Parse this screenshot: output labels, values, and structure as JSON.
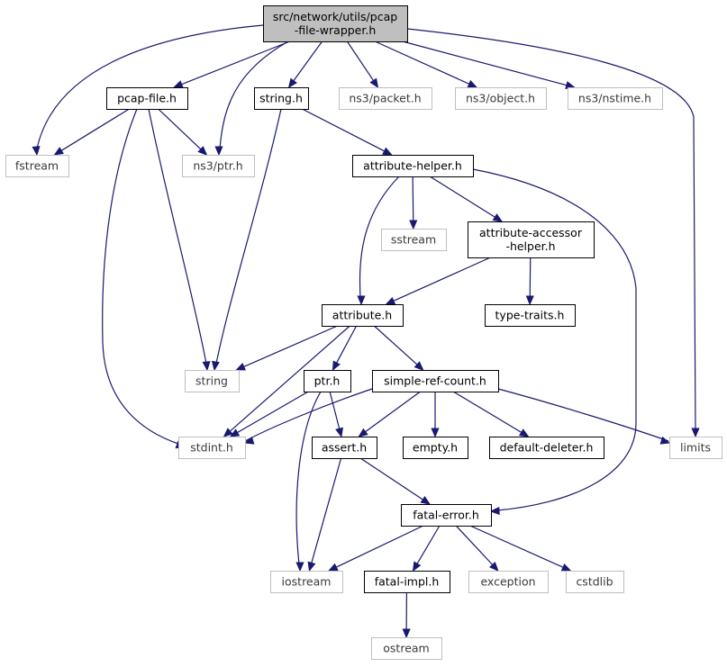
{
  "diagram": {
    "nodes": [
      {
        "id": "root",
        "kind": "root",
        "lines": [
          "src/network/utils/pcap",
          "-file-wrapper.h"
        ]
      },
      {
        "id": "pcap-file",
        "kind": "local",
        "lines": [
          "pcap-file.h"
        ]
      },
      {
        "id": "string-h",
        "kind": "local",
        "lines": [
          "string.h"
        ]
      },
      {
        "id": "ns3-packet",
        "kind": "external",
        "lines": [
          "ns3/packet.h"
        ]
      },
      {
        "id": "ns3-object",
        "kind": "external",
        "lines": [
          "ns3/object.h"
        ]
      },
      {
        "id": "ns3-nstime",
        "kind": "external",
        "lines": [
          "ns3/nstime.h"
        ]
      },
      {
        "id": "fstream",
        "kind": "external",
        "lines": [
          "fstream"
        ]
      },
      {
        "id": "ns3-ptr",
        "kind": "external",
        "lines": [
          "ns3/ptr.h"
        ]
      },
      {
        "id": "attribute-helper",
        "kind": "local",
        "lines": [
          "attribute-helper.h"
        ]
      },
      {
        "id": "sstream",
        "kind": "external",
        "lines": [
          "sstream"
        ]
      },
      {
        "id": "attribute-accessor-helper",
        "kind": "local",
        "lines": [
          "attribute-accessor",
          "-helper.h"
        ]
      },
      {
        "id": "attribute",
        "kind": "local",
        "lines": [
          "attribute.h"
        ]
      },
      {
        "id": "type-traits",
        "kind": "local",
        "lines": [
          "type-traits.h"
        ]
      },
      {
        "id": "string",
        "kind": "external",
        "lines": [
          "string"
        ]
      },
      {
        "id": "ptr",
        "kind": "local",
        "lines": [
          "ptr.h"
        ]
      },
      {
        "id": "simple-ref-count",
        "kind": "local",
        "lines": [
          "simple-ref-count.h"
        ]
      },
      {
        "id": "stdint",
        "kind": "external",
        "lines": [
          "stdint.h"
        ]
      },
      {
        "id": "assert",
        "kind": "local",
        "lines": [
          "assert.h"
        ]
      },
      {
        "id": "empty",
        "kind": "local",
        "lines": [
          "empty.h"
        ]
      },
      {
        "id": "default-deleter",
        "kind": "local",
        "lines": [
          "default-deleter.h"
        ]
      },
      {
        "id": "limits",
        "kind": "external",
        "lines": [
          "limits"
        ]
      },
      {
        "id": "fatal-error",
        "kind": "local",
        "lines": [
          "fatal-error.h"
        ]
      },
      {
        "id": "iostream",
        "kind": "external",
        "lines": [
          "iostream"
        ]
      },
      {
        "id": "fatal-impl",
        "kind": "local",
        "lines": [
          "fatal-impl.h"
        ]
      },
      {
        "id": "exception",
        "kind": "external",
        "lines": [
          "exception"
        ]
      },
      {
        "id": "cstdlib",
        "kind": "external",
        "lines": [
          "cstdlib"
        ]
      },
      {
        "id": "ostream",
        "kind": "external",
        "lines": [
          "ostream"
        ]
      }
    ],
    "edges": [
      {
        "from": "root",
        "to": "fstream"
      },
      {
        "from": "root",
        "to": "pcap-file"
      },
      {
        "from": "root",
        "to": "ns3-ptr"
      },
      {
        "from": "root",
        "to": "string-h"
      },
      {
        "from": "root",
        "to": "ns3-packet"
      },
      {
        "from": "root",
        "to": "ns3-object"
      },
      {
        "from": "root",
        "to": "ns3-nstime"
      },
      {
        "from": "root",
        "to": "limits"
      },
      {
        "from": "pcap-file",
        "to": "fstream"
      },
      {
        "from": "pcap-file",
        "to": "ns3-ptr"
      },
      {
        "from": "pcap-file",
        "to": "string"
      },
      {
        "from": "pcap-file",
        "to": "stdint"
      },
      {
        "from": "string-h",
        "to": "attribute-helper"
      },
      {
        "from": "string-h",
        "to": "string"
      },
      {
        "from": "attribute-helper",
        "to": "sstream"
      },
      {
        "from": "attribute-helper",
        "to": "attribute-accessor-helper"
      },
      {
        "from": "attribute-helper",
        "to": "attribute"
      },
      {
        "from": "attribute-helper",
        "to": "fatal-error"
      },
      {
        "from": "attribute-accessor-helper",
        "to": "attribute"
      },
      {
        "from": "attribute-accessor-helper",
        "to": "type-traits"
      },
      {
        "from": "attribute",
        "to": "string"
      },
      {
        "from": "attribute",
        "to": "stdint"
      },
      {
        "from": "attribute",
        "to": "ptr"
      },
      {
        "from": "attribute",
        "to": "simple-ref-count"
      },
      {
        "from": "ptr",
        "to": "stdint"
      },
      {
        "from": "ptr",
        "to": "assert"
      },
      {
        "from": "ptr",
        "to": "iostream"
      },
      {
        "from": "simple-ref-count",
        "to": "stdint"
      },
      {
        "from": "simple-ref-count",
        "to": "assert"
      },
      {
        "from": "simple-ref-count",
        "to": "empty"
      },
      {
        "from": "simple-ref-count",
        "to": "default-deleter"
      },
      {
        "from": "simple-ref-count",
        "to": "limits"
      },
      {
        "from": "assert",
        "to": "fatal-error"
      },
      {
        "from": "assert",
        "to": "iostream"
      },
      {
        "from": "fatal-error",
        "to": "iostream"
      },
      {
        "from": "fatal-error",
        "to": "fatal-impl"
      },
      {
        "from": "fatal-error",
        "to": "exception"
      },
      {
        "from": "fatal-error",
        "to": "cstdlib"
      },
      {
        "from": "fatal-impl",
        "to": "ostream"
      }
    ]
  }
}
